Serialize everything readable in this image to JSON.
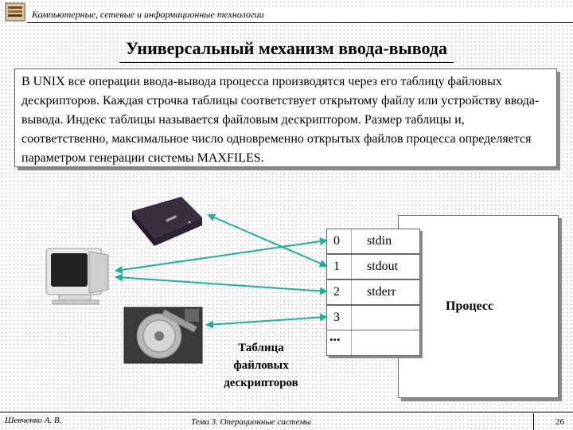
{
  "header": {
    "text": "Компьютерные, сетевые и информационные технологии",
    "logo_icon": "book-stack-icon"
  },
  "title": "Универсальный механизм ввода-вывода",
  "info_text": "В UNIX все операции ввода-вывода процесса производятся через его таблицу файловых дескрипторов. Каждая строчка таблицы соответствует открытому файлу или устройству ввода-вывода. Индекс таблицы называется файловым дескриптором. Размер таблицы и, соответственно, максимальное число одновременно открытых файлов процесса определяется параметром генерации системы MAXFILES.",
  "descriptor_table": {
    "rows": [
      {
        "index": "0",
        "name": "stdin"
      },
      {
        "index": "1",
        "name": "stdout"
      },
      {
        "index": "2",
        "name": "stderr"
      },
      {
        "index": "3",
        "name": ""
      }
    ],
    "ellipsis": "...",
    "label_lines": [
      "Таблица",
      "файловых",
      "дескрипторов"
    ]
  },
  "process_label": "Процесс",
  "devices": {
    "tape": "tape-cartridge-icon",
    "monitor": "monitor-icon",
    "disk": "hard-disk-icon"
  },
  "arrow_color": "#1ab394",
  "footer": {
    "author": "Шевченко А. В.",
    "topic": "Тема 3. Операционные системы",
    "page": "26"
  }
}
